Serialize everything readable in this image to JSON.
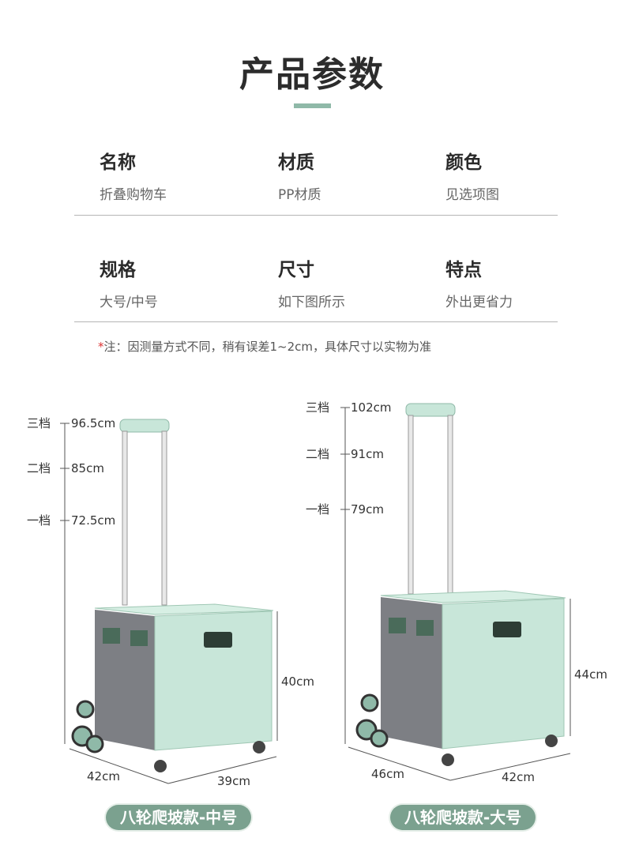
{
  "header": {
    "title": "产品参数"
  },
  "specs": [
    {
      "label": "名称",
      "value": "折叠购物车"
    },
    {
      "label": "材质",
      "value": "PP材质"
    },
    {
      "label": "颜色",
      "value": "见选项图"
    },
    {
      "label": "规格",
      "value": "大号/中号"
    },
    {
      "label": "尺寸",
      "value": "如下图所示"
    },
    {
      "label": "特点",
      "value": "外出更省力"
    }
  ],
  "note": {
    "star": "*",
    "text": "注：因测量方式不同，稍有误差1~2cm，具体尺寸以实物为准"
  },
  "colors": {
    "accent": "#8fb9a8",
    "cart_body": "#c8e6d9",
    "cart_grey": "#7d7f84",
    "badge": "#7ba18f"
  },
  "products": [
    {
      "badge": "八轮爬坡款-中号",
      "levels": [
        {
          "label": "三档",
          "height": "96.5cm"
        },
        {
          "label": "二档",
          "height": "85cm"
        },
        {
          "label": "一档",
          "height": "72.5cm"
        }
      ],
      "box_height": "40cm",
      "depth": "42cm",
      "width": "39cm"
    },
    {
      "badge": "八轮爬坡款-大号",
      "levels": [
        {
          "label": "三档",
          "height": "102cm"
        },
        {
          "label": "二档",
          "height": "91cm"
        },
        {
          "label": "一档",
          "height": "79cm"
        }
      ],
      "box_height": "44cm",
      "depth": "46cm",
      "width": "42cm"
    }
  ]
}
